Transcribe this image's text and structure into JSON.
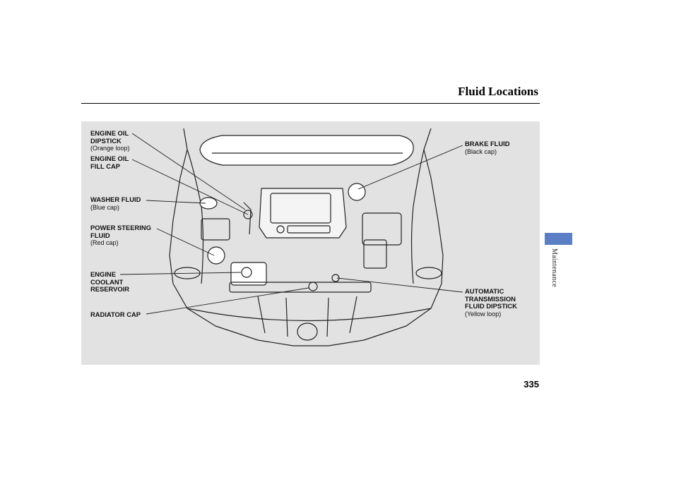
{
  "header": {
    "title": "Fluid Locations"
  },
  "labels": {
    "oil_dipstick": {
      "line1": "ENGINE OIL",
      "line2": "DIPSTICK",
      "sub": "(Orange loop)"
    },
    "oil_fill": {
      "line1": "ENGINE OIL",
      "line2": "FILL CAP"
    },
    "washer": {
      "line1": "WASHER FLUID",
      "sub": "(Blue cap)"
    },
    "power_steering": {
      "line1": "POWER STEERING",
      "line2": "FLUID",
      "sub": "(Red cap)"
    },
    "coolant": {
      "line1": "ENGINE",
      "line2": "COOLANT",
      "line3": "RESERVOIR"
    },
    "radiator": {
      "line1": "RADIATOR CAP"
    },
    "brake": {
      "line1": "BRAKE FLUID",
      "sub": "(Black cap)"
    },
    "atf": {
      "line1": "AUTOMATIC",
      "line2": "TRANSMISSION",
      "line3": "FLUID DIPSTICK",
      "sub": "(Yellow loop)"
    }
  },
  "section_tab": {
    "label": "Maintenance",
    "color": "#5b7fc4"
  },
  "page_number": "335"
}
